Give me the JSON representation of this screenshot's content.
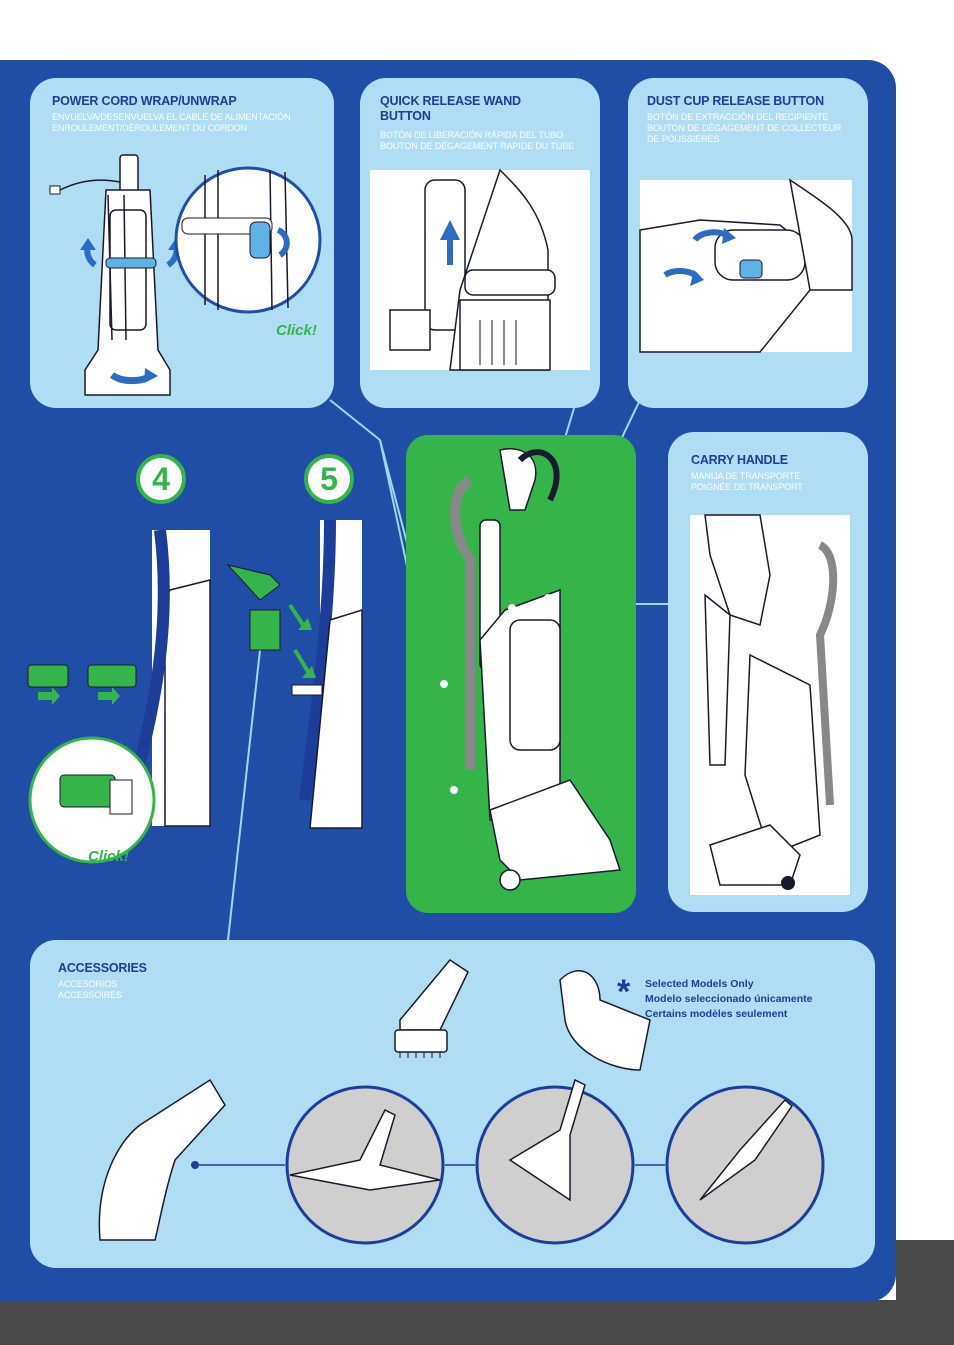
{
  "sections": {
    "cord_wrap": {
      "title": "POWER CORD WRAP/UNWRAP",
      "subtitle_es": "ENVUELVA/DESENVUELVA EL CABLE DE ALIMENTACIÓN",
      "subtitle_fr": "ENROULEMENT/DÉROULEMENT DU CORDON",
      "click_label": "Click!"
    },
    "wand_release": {
      "title_line1": "QUICK RELEASE WAND",
      "title_line2": "BUTTON",
      "subtitle_es": "BOTÓN DE LIBERACIÓN RÁPIDA DEL TUBO",
      "subtitle_fr": "BOUTON DE DÉGAGEMENT RAPIDE DU TUBE"
    },
    "dust_cup": {
      "title": "DUST CUP RELEASE BUTTON",
      "subtitle_es": "BOTÓN DE EXTRACCIÓN DEL RECIPIENTE",
      "subtitle_fr_line1": "BOUTON DE DÉGAGEMENT DE COLLECTEUR",
      "subtitle_fr_line2": "DE POUSSIÈRES"
    },
    "carry_handle": {
      "title": "CARRY HANDLE",
      "subtitle_es": "MANIJA DE TRANSPORTE",
      "subtitle_fr": "POIGNÉE DE TRANSPORT"
    },
    "steps": {
      "step4": "4",
      "step5": "5",
      "click_label": "Click!"
    },
    "accessories": {
      "title": "ACCESSORIES",
      "subtitle_es": "ACCESORIOS",
      "subtitle_fr": "ACCESSOIRES",
      "note_star": "*",
      "note_line1": "Selected Models Only",
      "note_line2": "Modelo seleccionado únicamente",
      "note_line3": "Certains modèles seulement"
    }
  },
  "colors": {
    "panel_blue": "#204ea6",
    "card_light_blue": "#aeddf4",
    "accent_green": "#35b44a",
    "header_navy": "#1c3e98",
    "footer_gray": "#4a4a4a"
  },
  "icons": [
    "rotate-arrow-icon",
    "up-arrow-icon",
    "right-arrow-icon",
    "curved-arrow-icon"
  ]
}
